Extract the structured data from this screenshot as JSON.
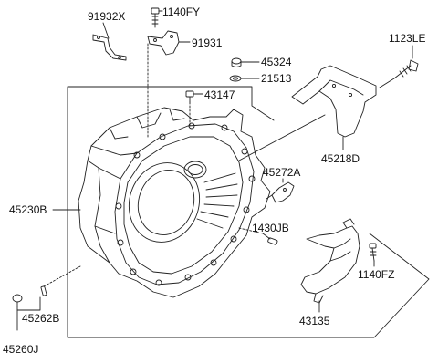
{
  "diagram": {
    "labels": {
      "p91932X": "91932X",
      "p1140FY": "1140FY",
      "p91931": "91931",
      "p45324": "45324",
      "p21513": "21513",
      "p1123LE": "1123LE",
      "p43147": "43147",
      "p45218D": "45218D",
      "p45272A": "45272A",
      "p45230B": "45230B",
      "p1430JB": "1430JB",
      "p1140FZ": "1140FZ",
      "p45262B": "45262B",
      "p43135": "43135",
      "p45260J": "45260J"
    }
  }
}
